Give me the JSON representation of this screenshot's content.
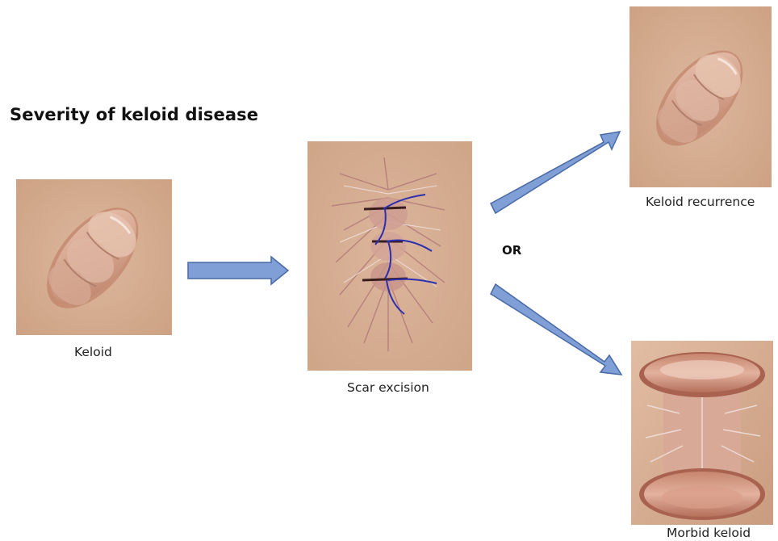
{
  "title": "Severity of keloid disease",
  "or_label": "OR",
  "panels": {
    "keloid": {
      "caption": "Keloid"
    },
    "excision": {
      "caption": "Scar excision"
    },
    "recurrence": {
      "caption": "Keloid recurrence"
    },
    "morbid": {
      "caption": "Morbid keloid"
    }
  },
  "colors": {
    "arrow_fill": "#7f9fd6",
    "arrow_stroke": "#4a6aa6",
    "skin": "#d9b39a",
    "suture": "#2b2fb0"
  }
}
